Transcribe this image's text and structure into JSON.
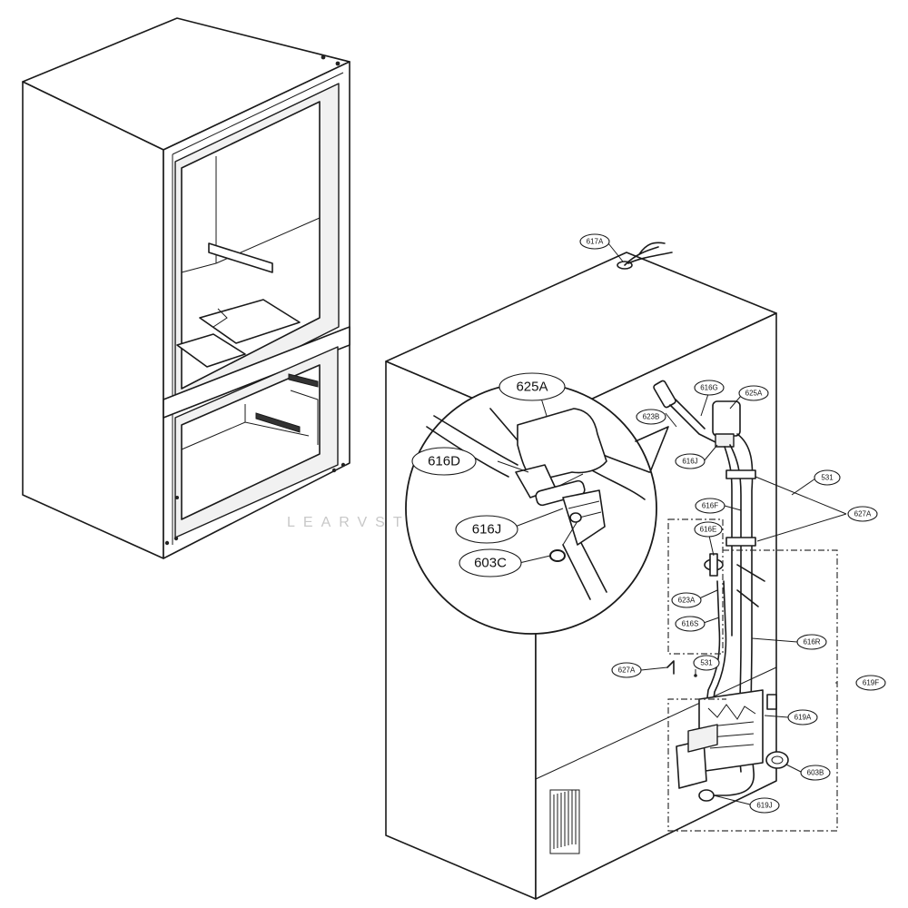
{
  "watermark": "LEARVST",
  "detail_callouts": {
    "c625A": "625A",
    "c616D": "616D",
    "c616J": "616J",
    "c603C": "603C"
  },
  "callouts": {
    "c617A": "617A",
    "c616G": "616G",
    "c625A": "625A",
    "c623B": "623B",
    "c616J": "616J",
    "c531_top": "531",
    "c627A_right": "627A",
    "c616F": "616F",
    "c616E": "616E",
    "c623A": "623A",
    "c616S": "616S",
    "c616R": "616R",
    "c627A_left": "627A",
    "c531_mid": "531",
    "c619F": "619F",
    "c619A": "619A",
    "c603B": "603B",
    "c619J": "619J"
  }
}
